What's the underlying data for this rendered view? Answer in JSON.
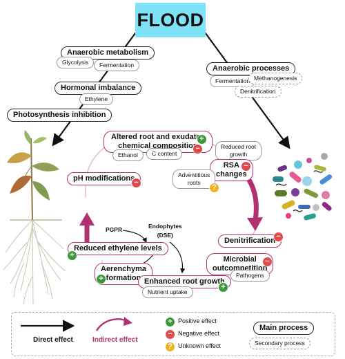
{
  "title": "FLOOD",
  "left_branch": {
    "anaerobic_metabolism": "Anaerobic metabolism",
    "glycolysis": "Glycolysis",
    "fermentation": "Fermentation",
    "hormonal_imbalance": "Hormonal imbalance",
    "ethylene": "Ethylene",
    "photosynthesis_inhibition": "Photosynthesis inhibition"
  },
  "right_branch": {
    "anaerobic_processes": "Anaerobic processes",
    "fermentation": "Fermentation",
    "methanogenesis": "Methanogenesis",
    "denitrification": "Denitrification"
  },
  "cycle": {
    "altered_root_line1": "Altered root and exudates",
    "altered_root_line2": "chemical composition",
    "ethanol": "Ethanol",
    "c_content": "C content",
    "reduced_root_growth_line1": "Reduced root",
    "reduced_root_growth_line2": "growth",
    "rsa_line1": "RSA",
    "rsa_line2": "changes",
    "adventitious_line1": "Adventitious",
    "adventitious_line2": "roots",
    "ph_modifications": "pH modifications",
    "denitrification": "Denitrification",
    "microbial_line1": "Microbial",
    "microbial_line2": "outcompetition",
    "pathogens": "Pathogens",
    "reduced_ethylene": "Reduced ethylene levels",
    "pgpr": "PGPR",
    "endophytes_line1": "Endophytes",
    "endophytes_line2": "(DSE)",
    "aerenchyma_line1": "Aerenchyma",
    "aerenchyma_line2": "formation",
    "enhanced_root_growth": "Enhanced root growth",
    "nutrient_uptake": "Nutrient uptake"
  },
  "legend": {
    "direct_effect": "Direct effect",
    "indirect_effect": "Indirect effect",
    "positive_effect": "Positive effect",
    "negative_effect": "Negative effect",
    "unknown_effect": "Unknown effect",
    "main_process": "Main process",
    "secondary_process": "Secondary process",
    "positive_symbol": "+",
    "negative_symbol": "−",
    "unknown_symbol": "?"
  },
  "colors": {
    "flood_box": "#7fe3f7",
    "indirect_arrow": "#b03070",
    "positive": "#3a9a3a",
    "negative": "#e04a4a",
    "unknown": "#f2b21b"
  }
}
